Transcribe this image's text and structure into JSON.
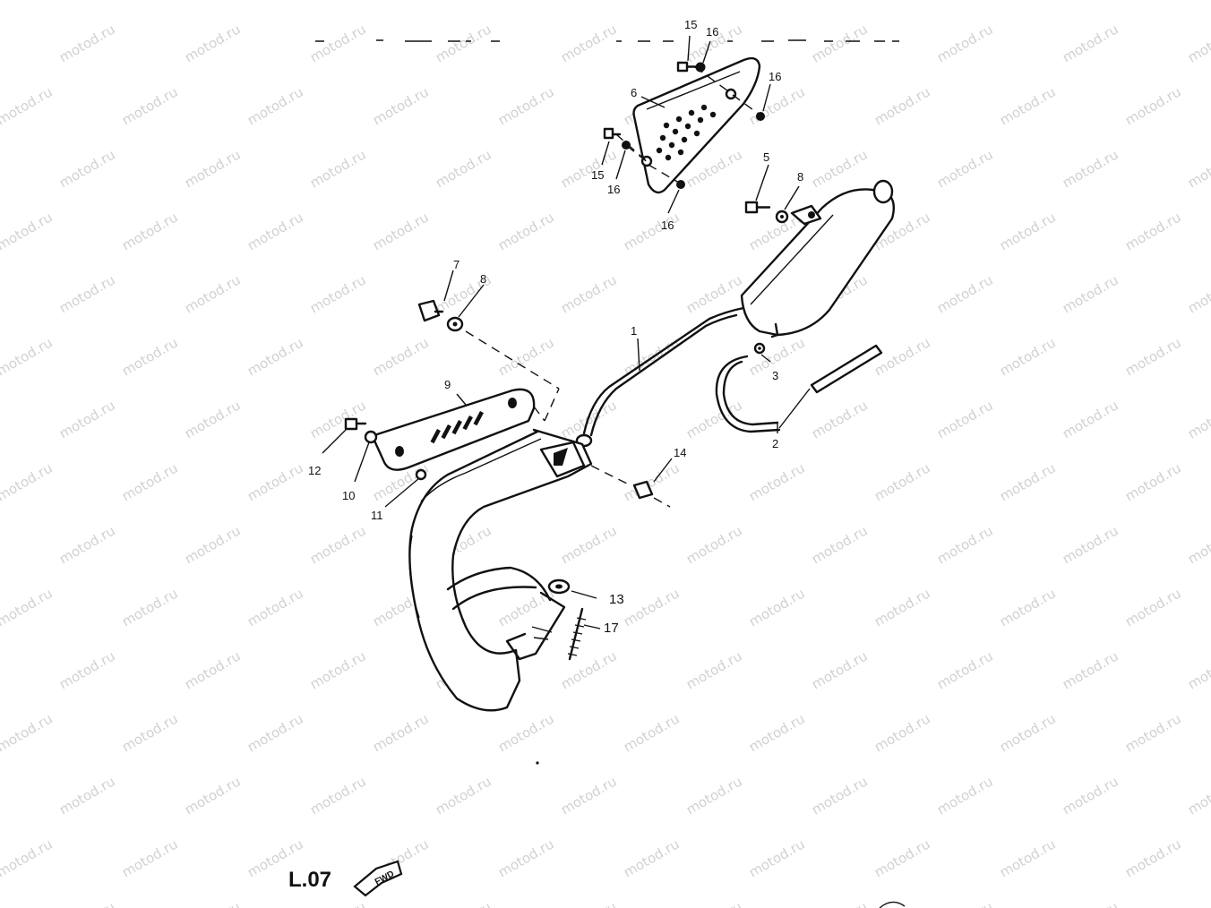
{
  "watermark": "motod.ru",
  "callouts": [
    {
      "id": "c1",
      "text": "1"
    },
    {
      "id": "c2",
      "text": "2"
    },
    {
      "id": "c3",
      "text": "3"
    },
    {
      "id": "c5",
      "text": "5"
    },
    {
      "id": "c6",
      "text": "6"
    },
    {
      "id": "c7",
      "text": "7"
    },
    {
      "id": "c8a",
      "text": "8"
    },
    {
      "id": "c8b",
      "text": "8"
    },
    {
      "id": "c9",
      "text": "9"
    },
    {
      "id": "c10",
      "text": "10"
    },
    {
      "id": "c11",
      "text": "11"
    },
    {
      "id": "c12",
      "text": "12"
    },
    {
      "id": "c13",
      "text": "13"
    },
    {
      "id": "c14",
      "text": "14"
    },
    {
      "id": "c15a",
      "text": "15"
    },
    {
      "id": "c15b",
      "text": "15"
    },
    {
      "id": "c16a",
      "text": "16"
    },
    {
      "id": "c16b",
      "text": "16"
    },
    {
      "id": "c16c",
      "text": "16"
    },
    {
      "id": "c16d",
      "text": "16"
    },
    {
      "id": "c17",
      "text": "17"
    }
  ],
  "footer": {
    "mark": "L.07",
    "fwd_label": "FWD"
  }
}
